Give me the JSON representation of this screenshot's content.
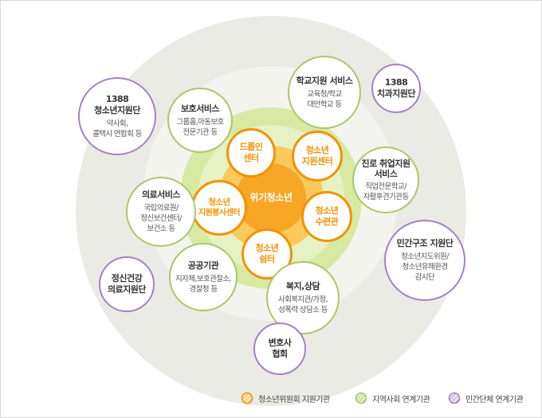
{
  "center": {
    "label": "위기청소년"
  },
  "support_orgs": [
    {
      "id": "dream-center",
      "lines": [
        "드롭인",
        "센터"
      ]
    },
    {
      "id": "youth-support-center",
      "lines": [
        "청소년",
        "지원센터"
      ]
    },
    {
      "id": "youth-counseling-welfare-center",
      "lines": [
        "청소년",
        "지원봉사센터"
      ]
    },
    {
      "id": "youth-training-center",
      "lines": [
        "청소년",
        "수련관"
      ]
    },
    {
      "id": "youth-shelter",
      "lines": [
        "청소년",
        "쉼터"
      ]
    }
  ],
  "community_links": [
    {
      "id": "protection-services",
      "title": "보호서비스",
      "desc": [
        "그룹홈,아동보호",
        "전문기관 등"
      ]
    },
    {
      "id": "school-support-services",
      "title": "학교지원 서비스",
      "desc": [
        "교육청/학교",
        "대안학교 등"
      ]
    },
    {
      "id": "career-employment-services",
      "title": "진로 취업지원\n서비스",
      "desc": [
        "직업전문학교/",
        "자활후견기관등"
      ]
    },
    {
      "id": "medical-services",
      "title": "의료서비스",
      "desc": [
        "국립의료원/",
        "정신보건센터/",
        "보건소 등"
      ]
    },
    {
      "id": "public-institutions",
      "title": "공공기관",
      "desc": [
        "지자체,보호관찰소,",
        "경찰청 등"
      ]
    },
    {
      "id": "welfare-counseling",
      "title": "복지,상담",
      "desc": [
        "사회복지관/가정,",
        "성폭력 상담소 등"
      ]
    }
  ],
  "private_links": [
    {
      "id": "1388-youth-support-team",
      "title": [
        "1388",
        "청소년지원단"
      ],
      "desc": [
        "약사회,",
        "콜택시 연합회 등"
      ]
    },
    {
      "id": "1388-dental-support-team",
      "title": [
        "1388",
        "치과지원단"
      ],
      "desc": []
    },
    {
      "id": "private-rescue-support-team",
      "title": [
        "민간구조 지원단"
      ],
      "desc": [
        "청소년지도위원/",
        "청소년유해환경",
        "감시단"
      ]
    },
    {
      "id": "mental-health-medical-support-team",
      "title": [
        "정신건강",
        "의료지원단"
      ],
      "desc": []
    },
    {
      "id": "lawyers-association",
      "title": [
        "변호사",
        "협회"
      ],
      "desc": []
    }
  ],
  "legend": [
    {
      "id": "youth-committee-support",
      "label": "청소년위원회 지원기관",
      "style": "orange"
    },
    {
      "id": "community-link",
      "label": "지역사회 연계기관",
      "style": "green"
    },
    {
      "id": "private-link",
      "label": "민간단체 연계기관",
      "style": "purple"
    }
  ],
  "colors": {
    "outer_ring": "#ebebe5",
    "green_ring": "#d7e9a3",
    "green_ring_inner": "#e6f1c4",
    "orange_core": "#f7a626",
    "orange_core_light": "#fbc95c",
    "orange_border": "#f39200",
    "green_border": "#a9c86a",
    "purple_border": "#a582c0",
    "text": "#333333"
  }
}
